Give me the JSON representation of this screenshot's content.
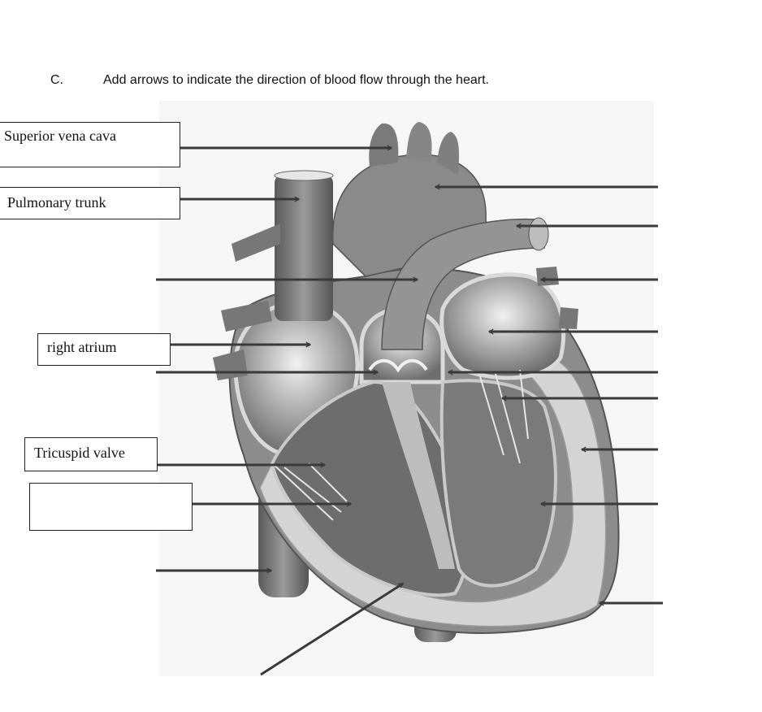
{
  "question": {
    "letter": "C.",
    "instruction": "Add arrows to indicate the direction of blood flow through the heart."
  },
  "labels": {
    "superior_vena_cava": "Superior vena cava",
    "pulmonary_trunk": "Pulmonary trunk",
    "right_atrium": "right atrium",
    "tricuspid_valve": "Tricuspid valve",
    "blank_box": ""
  },
  "diagram": {
    "subject": "heart-cross-section",
    "style": "grayscale"
  }
}
